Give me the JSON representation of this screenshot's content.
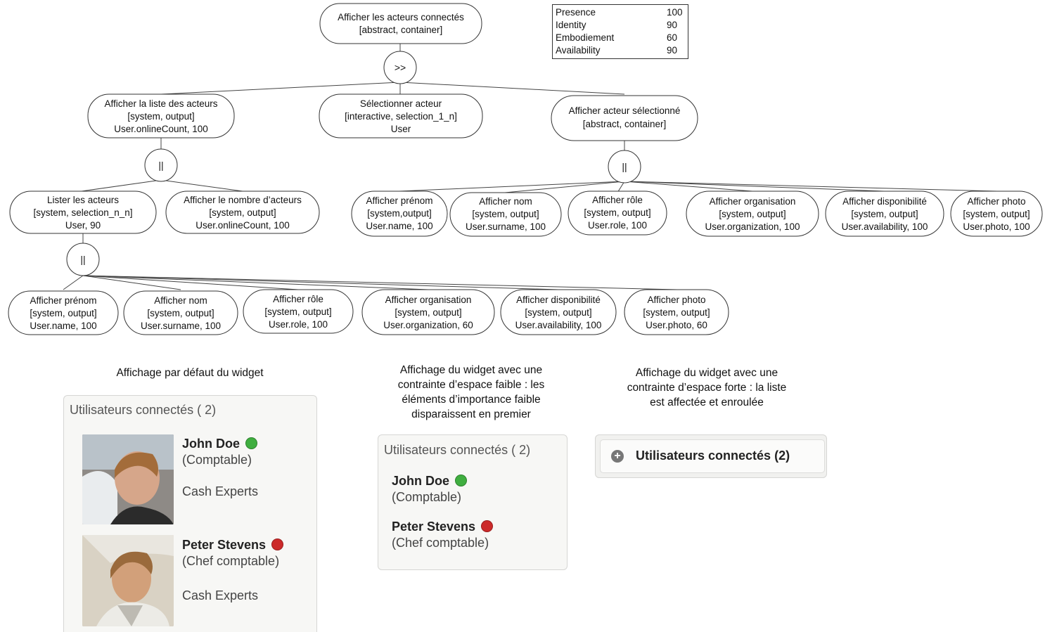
{
  "legend": [
    {
      "label": "Presence",
      "value": "100"
    },
    {
      "label": "Identity",
      "value": "90"
    },
    {
      "label": "Embodiement",
      "value": "60"
    },
    {
      "label": "Availability",
      "value": "90"
    }
  ],
  "tree": {
    "root": [
      "Afficher les acteurs connectés",
      "[abstract, container]"
    ],
    "root_op": ">>",
    "list": [
      "Afficher la liste des acteurs",
      "[system, output]",
      "User.onlineCount, 100"
    ],
    "select": [
      "Sélectionner acteur",
      "[interactive, selection_1_n]",
      "User"
    ],
    "selected": [
      "Afficher acteur sélectionné",
      "[abstract, container]"
    ],
    "list_op": "||",
    "selected_op": "||",
    "lister": [
      "Lister les acteurs",
      "[system, selection_n_n]",
      "User, 90"
    ],
    "count": [
      "Afficher le nombre d’acteurs",
      "[system, output]",
      "User.onlineCount, 100"
    ],
    "lister_op": "||",
    "selected_children": [
      [
        "Afficher prénom",
        "[system,output]",
        "User.name, 100"
      ],
      [
        "Afficher nom",
        "[system, output]",
        "User.surname, 100"
      ],
      [
        "Afficher rôle",
        "[system, output]",
        "User.role, 100"
      ],
      [
        "Afficher organisation",
        "[system, output]",
        "User.organization, 100"
      ],
      [
        "Afficher disponibilité",
        "[system, output]",
        "User.availability, 100"
      ],
      [
        "Afficher photo",
        "[system, output]",
        "User.photo, 100"
      ]
    ],
    "lister_children": [
      [
        "Afficher prénom",
        "[system, output]",
        "User.name, 100"
      ],
      [
        "Afficher nom",
        "[system, output]",
        "User.surname, 100"
      ],
      [
        "Afficher rôle",
        "[system, output]",
        "User.role, 100"
      ],
      [
        "Afficher organisation",
        "[system, output]",
        "User.organization, 60"
      ],
      [
        "Afficher disponibilité",
        "[system, output]",
        "User.availability, 100"
      ],
      [
        "Afficher photo",
        "[system, output]",
        "User.photo, 60"
      ]
    ]
  },
  "captions": {
    "default": [
      "Affichage par défaut du widget"
    ],
    "weak": [
      "Affichage du widget avec une",
      "contrainte d’espace faible : les",
      "éléments d’importance faible",
      "disparaissent en premier"
    ],
    "strong": [
      "Affichage du widget avec une",
      "contrainte d’espace forte : la liste",
      "est affectée et enroulée"
    ]
  },
  "widget_default": {
    "title": "Utilisateurs connectés ( 2)",
    "users": [
      {
        "name": "John Doe",
        "role": "(Comptable)",
        "org": "Cash Experts",
        "status_color": "#3fae3f"
      },
      {
        "name": "Peter Stevens",
        "role": "(Chef comptable)",
        "org": "Cash Experts",
        "status_color": "#cc2a2a"
      }
    ]
  },
  "widget_weak": {
    "title": "Utilisateurs connectés ( 2)",
    "users": [
      {
        "name": "John Doe",
        "role": "(Comptable)",
        "status_color": "#3fae3f"
      },
      {
        "name": "Peter Stevens",
        "role": "(Chef comptable)",
        "status_color": "#cc2a2a"
      }
    ]
  },
  "widget_strong": {
    "title": "Utilisateurs connectés (2)",
    "expand_icon": "plus-circle-icon"
  },
  "colors": {
    "green": "#3fae3f",
    "red": "#cc2a2a"
  }
}
